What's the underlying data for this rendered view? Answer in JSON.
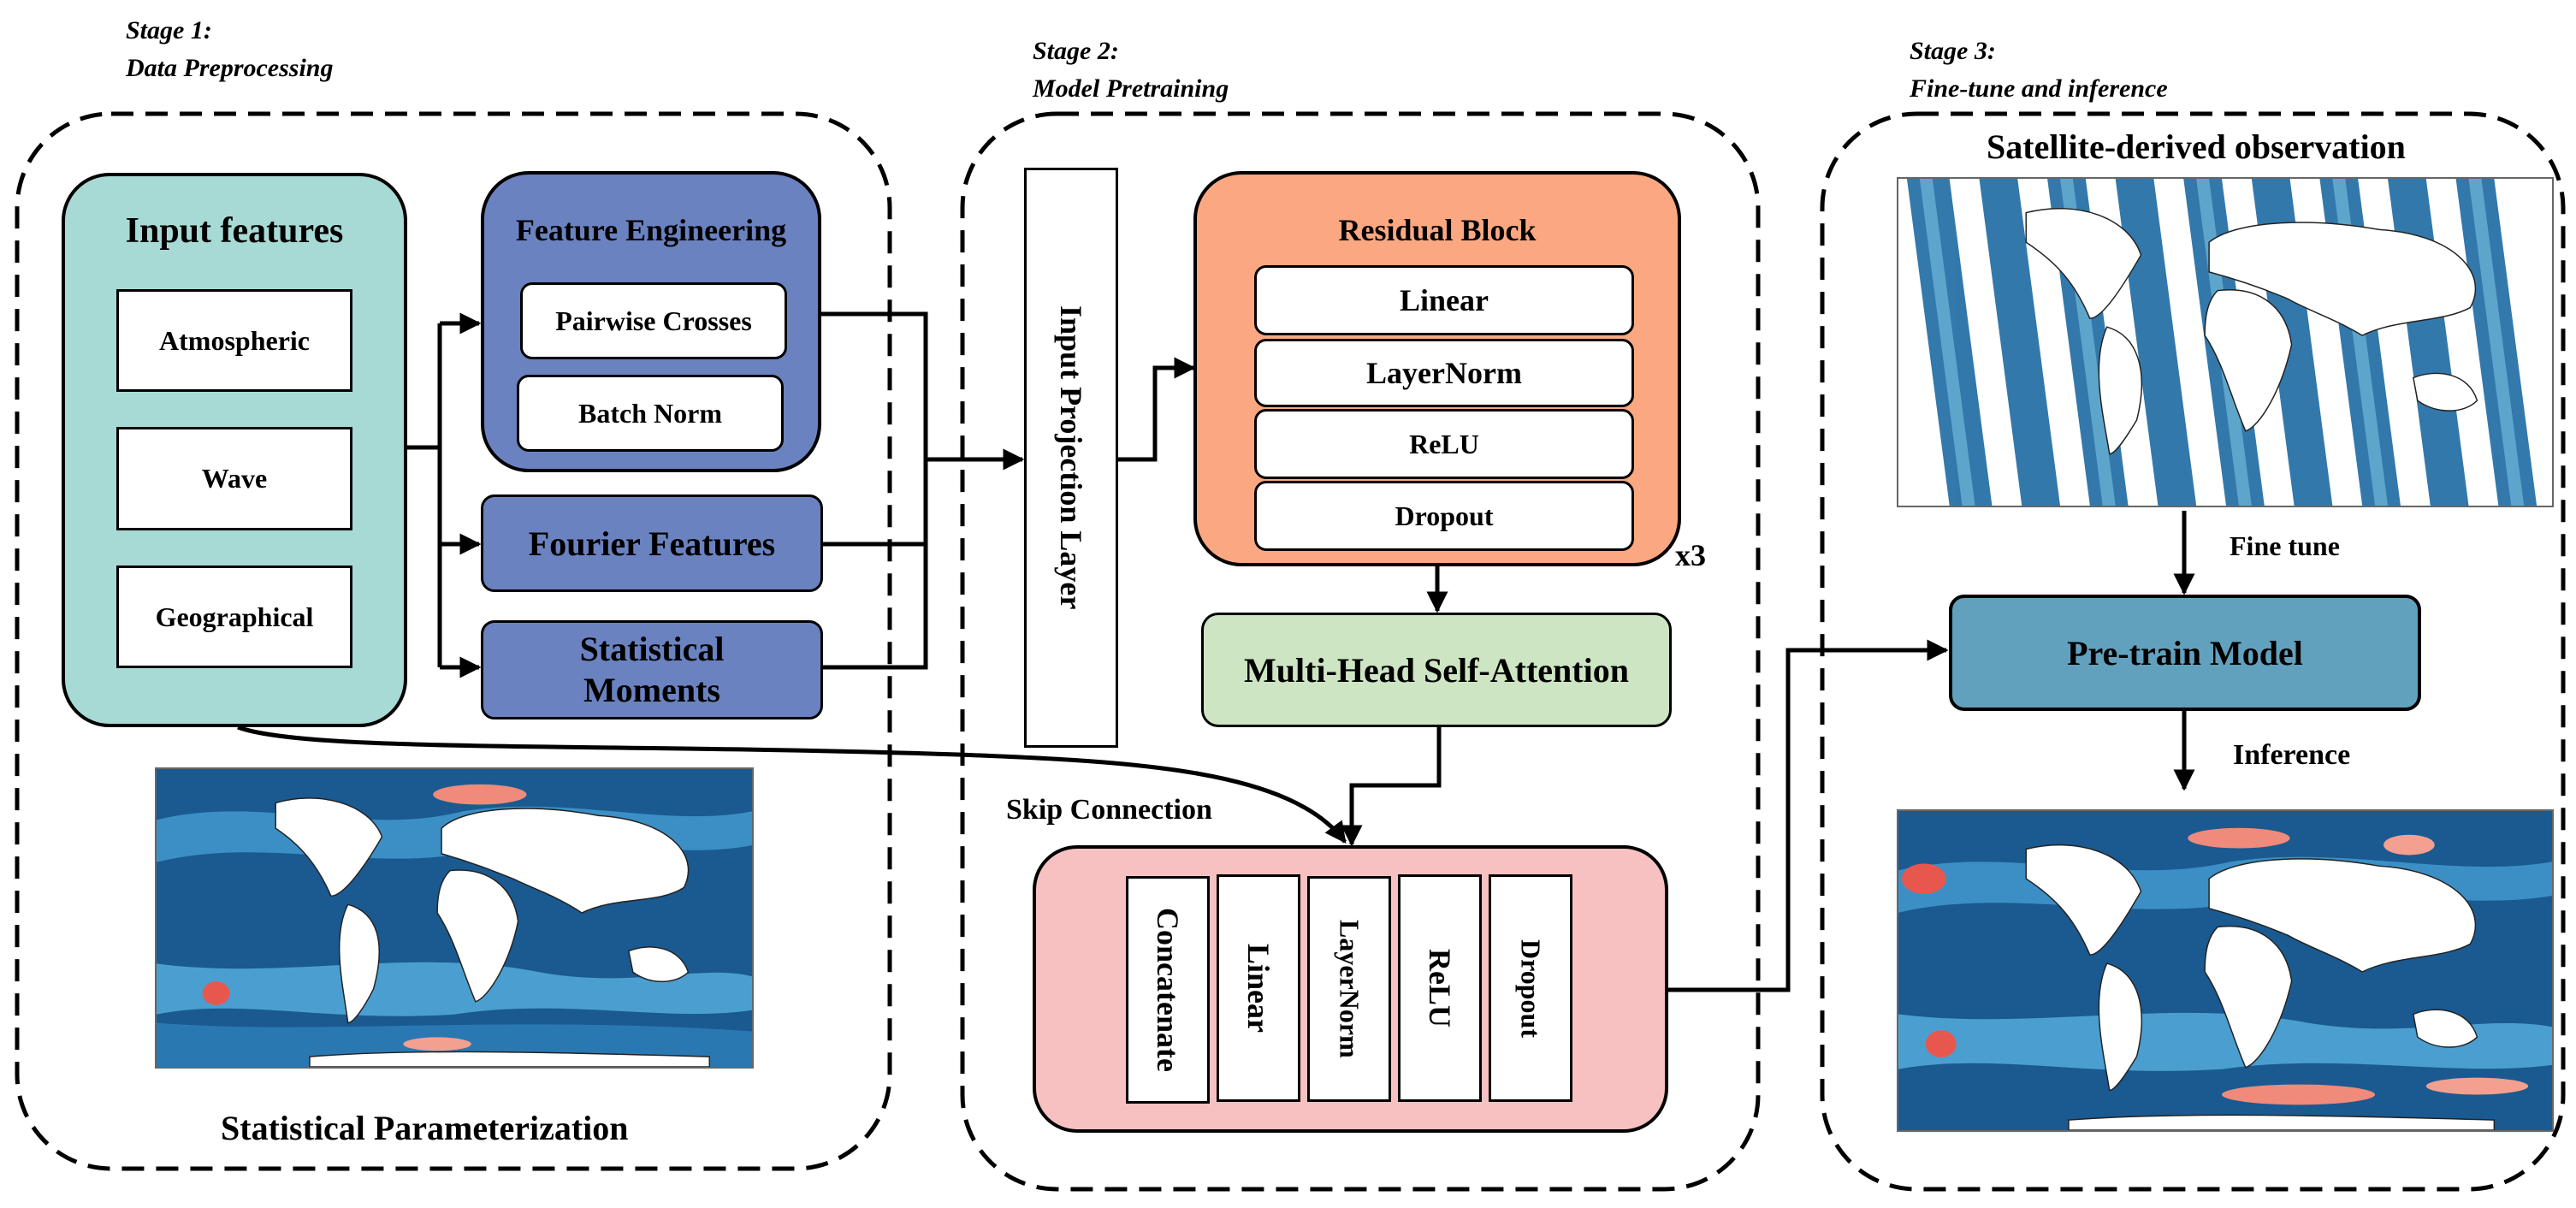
{
  "stages": {
    "s1": {
      "label": "Stage 1:",
      "name": "Data Preprocessing"
    },
    "s2": {
      "label": "Stage 2:",
      "name": "Model Pretraining"
    },
    "s3": {
      "label": "Stage 3:",
      "name": "Fine-tune and inference"
    }
  },
  "stage1": {
    "input_features": {
      "title": "Input features",
      "items": [
        "Atmospheric",
        "Wave",
        "Geographical"
      ]
    },
    "feature_engineering": {
      "title": "Feature Engineering",
      "items": [
        "Pairwise Crosses",
        "Batch Norm"
      ]
    },
    "fourier": "Fourier Features",
    "moments": "Statistical Moments",
    "map_caption": "Statistical Parameterization"
  },
  "stage2": {
    "projection": "Input Projection Layer",
    "residual": {
      "title": "Residual Block",
      "items": [
        "Linear",
        "LayerNorm",
        "ReLU",
        "Dropout"
      ],
      "repeat": "x3"
    },
    "mhsa": "Multi-Head Self-Attention",
    "skip": "Skip Connection",
    "output_layers": [
      "Concatenate",
      "Linear",
      "LayerNorm",
      "ReLU",
      "Dropout"
    ]
  },
  "stage3": {
    "obs_caption": "Satellite-derived observation",
    "fine_tune": "Fine tune",
    "model": "Pre-train Model",
    "inference": "Inference"
  },
  "colors": {
    "teal": "#a8dad5",
    "blue": "#6b82c0",
    "orange": "#fba882",
    "green": "#cde5c3",
    "pink": "#f7c1c2",
    "steel": "#62a1bd"
  }
}
